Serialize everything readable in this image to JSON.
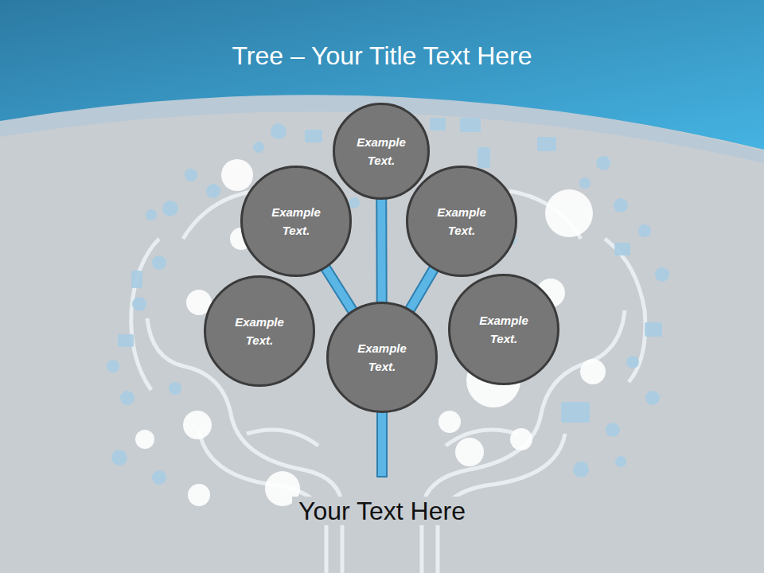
{
  "diagram": {
    "title": "Tree – Your Title Text Here",
    "caption": "Your Text Here",
    "nodes": [
      {
        "text": [
          "Example Text."
        ]
      },
      {
        "text": [
          "Example Text."
        ]
      },
      {
        "text": [
          "Example Text."
        ]
      },
      {
        "text": [
          "Example Text."
        ]
      },
      {
        "text": [
          "Example Text."
        ]
      },
      {
        "text": [
          "Example Text."
        ]
      }
    ],
    "edges": [
      {
        "from": 5,
        "to": 0,
        "arrow": "none"
      },
      {
        "from": 5,
        "to": 1,
        "arrow": "none"
      },
      {
        "from": 5,
        "to": 2,
        "arrow": "none"
      }
    ]
  }
}
